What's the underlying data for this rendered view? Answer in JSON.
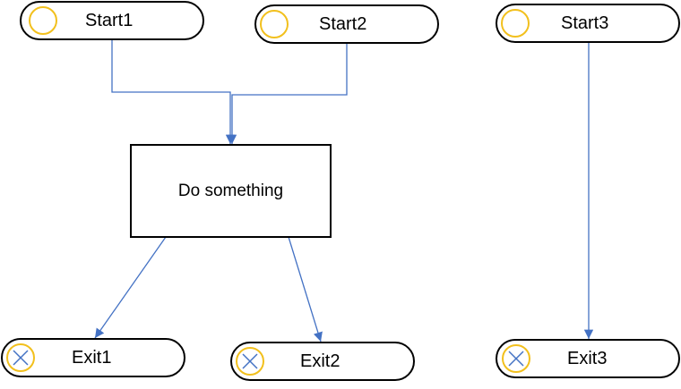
{
  "colors": {
    "node_border": "#000000",
    "start_circle": "#f2c01d",
    "exit_circle": "#f2c01d",
    "exit_cross": "#4472c4",
    "connector": "#4472c4"
  },
  "nodes": {
    "start1": {
      "label": "Start1",
      "icon": "start-circle-icon"
    },
    "start2": {
      "label": "Start2",
      "icon": "start-circle-icon"
    },
    "start3": {
      "label": "Start3",
      "icon": "start-circle-icon"
    },
    "process": {
      "label": "Do something"
    },
    "exit1": {
      "label": "Exit1",
      "icon": "exit-cross-circle-icon"
    },
    "exit2": {
      "label": "Exit2",
      "icon": "exit-cross-circle-icon"
    },
    "exit3": {
      "label": "Exit3",
      "icon": "exit-cross-circle-icon"
    }
  },
  "edges": [
    {
      "from": "start1",
      "to": "process"
    },
    {
      "from": "start2",
      "to": "process"
    },
    {
      "from": "start3",
      "to": "exit3"
    },
    {
      "from": "process",
      "to": "exit1"
    },
    {
      "from": "process",
      "to": "exit2"
    }
  ]
}
